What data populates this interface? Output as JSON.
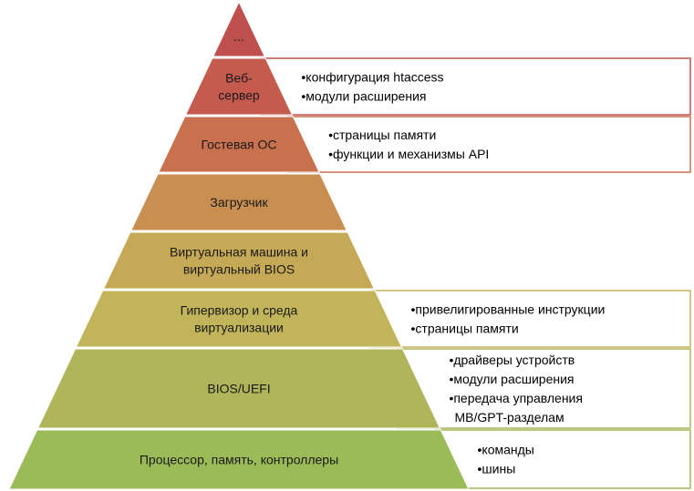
{
  "diagram": {
    "levels": [
      {
        "lines": [
          "..."
        ],
        "color": "#c0504d"
      },
      {
        "lines": [
          "Веб-",
          "сервер"
        ],
        "color": "#c55a4e"
      },
      {
        "lines": [
          "Гостевая ОС"
        ],
        "color": "#c9704f"
      },
      {
        "lines": [
          "Загрузчик"
        ],
        "color": "#c88e52"
      },
      {
        "lines": [
          "Виртуальная машина и",
          "виртуальный BIOS"
        ],
        "color": "#c6a956"
      },
      {
        "lines": [
          "Гипервизор и среда",
          "виртуализации"
        ],
        "color": "#c2b45a"
      },
      {
        "lines": [
          "BIOS/UEFI"
        ],
        "color": "#b0b45a"
      },
      {
        "lines": [
          "Процессор, память, контроллеры"
        ],
        "color": "#9bbb59"
      }
    ],
    "notes": [
      {
        "level": 1,
        "border": "#c0504d",
        "items": [
          [
            "конфигурация htaccess"
          ],
          [
            "модули расширения"
          ]
        ]
      },
      {
        "level": 2,
        "border": "#c9704f",
        "items": [
          [
            "страницы памяти"
          ],
          [
            "функции и механизмы API"
          ]
        ]
      },
      {
        "level": 5,
        "border": "#c2b45a",
        "items": [
          [
            "привелигированные инструкции"
          ],
          [
            "страницы памяти"
          ]
        ]
      },
      {
        "level": 6,
        "border": "#b0b45a",
        "items": [
          [
            "драйверы устройств"
          ],
          [
            "модули расширения"
          ],
          [
            "передача управления",
            "MB/GPT-разделам"
          ]
        ]
      },
      {
        "level": 7,
        "border": "#9bbb59",
        "items": [
          [
            "команды"
          ],
          [
            "шины"
          ]
        ]
      }
    ]
  }
}
